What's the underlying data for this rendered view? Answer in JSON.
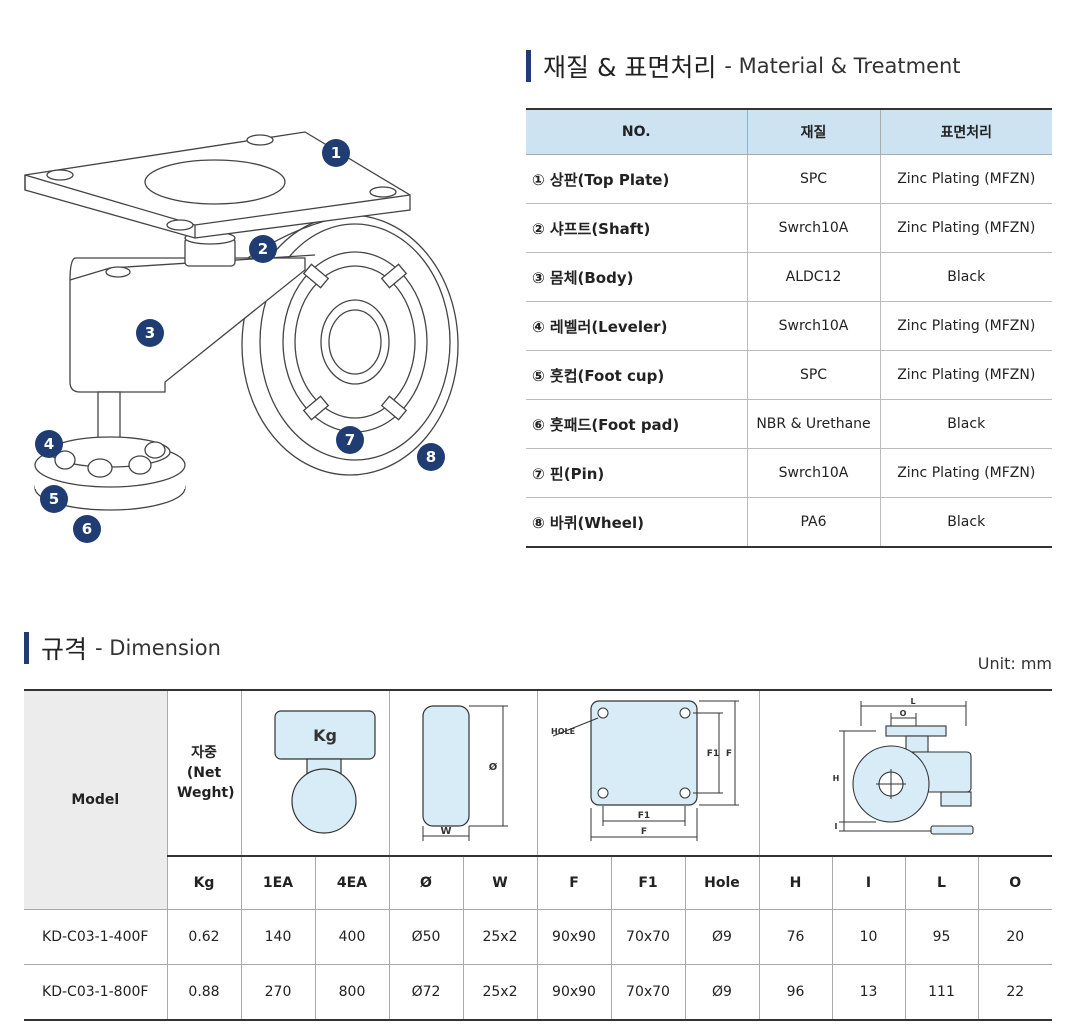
{
  "material": {
    "title_ko": "재질 & 표면처리",
    "title_en": "- Material & Treatment",
    "headers": [
      "NO.",
      "재질",
      "표면처리"
    ],
    "rows": [
      [
        "① 상판(Top Plate)",
        "SPC",
        "Zinc Plating (MFZN)"
      ],
      [
        "② 샤프트(Shaft)",
        "Swrch10A",
        "Zinc Plating (MFZN)"
      ],
      [
        "③ 몸체(Body)",
        "ALDC12",
        "Black"
      ],
      [
        "④ 레벨러(Leveler)",
        "Swrch10A",
        "Zinc Plating (MFZN)"
      ],
      [
        "⑤ 훗컵(Foot cup)",
        "SPC",
        "Zinc Plating (MFZN)"
      ],
      [
        "⑥ 훗패드(Foot pad)",
        "NBR & Urethane",
        "Black"
      ],
      [
        "⑦ 핀(Pin)",
        "Swrch10A",
        "Zinc Plating (MFZN)"
      ],
      [
        "⑧ 바퀴(Wheel)",
        "PA6",
        "Black"
      ]
    ]
  },
  "badges": [
    "1",
    "2",
    "3",
    "4",
    "5",
    "6",
    "7",
    "8"
  ],
  "dimension": {
    "title_ko": "규격",
    "title_en": "- Dimension",
    "unit": "Unit: mm",
    "model_label": "Model",
    "weight_label": "자중 (Net Weght)",
    "load_icon_label": "Kg",
    "diagram_labels": {
      "dia": "Ø",
      "w": "W",
      "hole": "HOLE",
      "f1": "F1",
      "f": "F",
      "l": "L",
      "o": "O",
      "h": "H",
      "i": "I"
    },
    "sub_headers": [
      "Kg",
      "1EA",
      "4EA",
      "Ø",
      "W",
      "F",
      "F1",
      "Hole",
      "H",
      "I",
      "L",
      "O"
    ],
    "rows": [
      [
        "KD-C03-1-400F",
        "0.62",
        "140",
        "400",
        "Ø50",
        "25x2",
        "90x90",
        "70x70",
        "Ø9",
        "76",
        "10",
        "95",
        "20"
      ],
      [
        "KD-C03-1-800F",
        "0.88",
        "270",
        "800",
        "Ø72",
        "25x2",
        "90x90",
        "70x70",
        "Ø9",
        "96",
        "13",
        "111",
        "22"
      ]
    ]
  },
  "colors": {
    "accent": "#1f3d73",
    "header_bg": "#cde3f2",
    "model_bg": "#ececec"
  }
}
